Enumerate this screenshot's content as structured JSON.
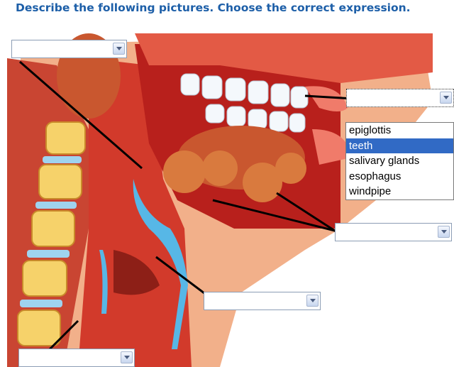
{
  "header": {
    "title": "Describe the following pictures. Choose the correct expression."
  },
  "dropdowns": [
    {
      "id": "top-left",
      "value": ""
    },
    {
      "id": "top-right",
      "value": ""
    },
    {
      "id": "middle-right",
      "value": ""
    },
    {
      "id": "center-bottom",
      "value": ""
    },
    {
      "id": "bottom-left",
      "value": ""
    }
  ],
  "options": [
    "epiglottis",
    "teeth",
    "salivary glands",
    "esophagus",
    "windpipe"
  ],
  "highlighted_option": "teeth",
  "colors": {
    "title": "#1d5fa8",
    "highlight": "#316ac5"
  }
}
